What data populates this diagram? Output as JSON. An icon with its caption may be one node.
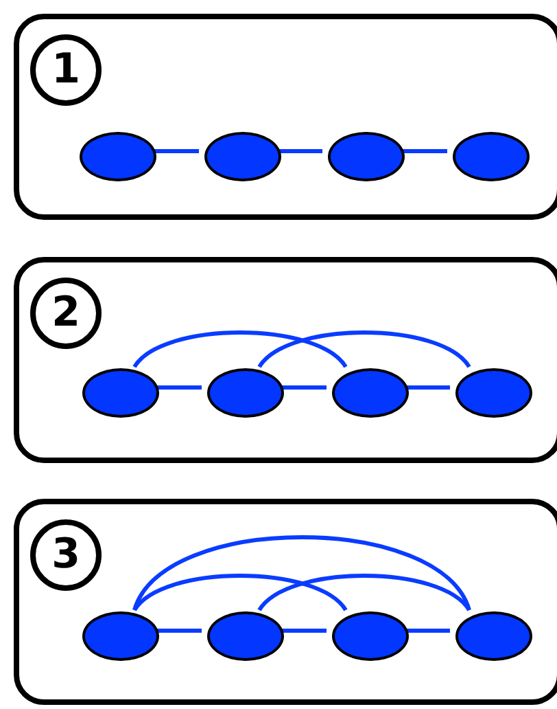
{
  "diagram": {
    "nodes": [
      {
        "text": [],
        "shape": "box"
      },
      {
        "text": [
          "1"
        ],
        "in": 0
      },
      {
        "text": [],
        "shape": "ellipse",
        "in": 0
      },
      {
        "text": [],
        "shape": "ellipse",
        "in": 0
      },
      {
        "text": [],
        "shape": "ellipse",
        "in": 0
      },
      {
        "text": [],
        "shape": "ellipse",
        "in": 0
      },
      {
        "text": [],
        "shape": "box"
      },
      {
        "text": [
          "2"
        ],
        "in": 6
      },
      {
        "text": [],
        "shape": "ellipse",
        "in": 6
      },
      {
        "text": [],
        "shape": "ellipse",
        "in": 6
      },
      {
        "text": [],
        "shape": "ellipse",
        "in": 6
      },
      {
        "text": [],
        "shape": "ellipse",
        "in": 6
      },
      {
        "text": [],
        "shape": "box"
      },
      {
        "text": [
          "3"
        ],
        "in": 12
      },
      {
        "text": [],
        "shape": "ellipse",
        "in": 12
      },
      {
        "text": [],
        "shape": "ellipse",
        "in": 12
      },
      {
        "text": [],
        "shape": "ellipse",
        "in": 12
      },
      {
        "text": [],
        "shape": "ellipse",
        "in": 12
      }
    ],
    "edges": [
      {
        "from": 2,
        "to": 3,
        "arrow": "none"
      },
      {
        "from": 3,
        "to": 4,
        "arrow": "none"
      },
      {
        "from": 4,
        "to": 5,
        "arrow": "none"
      },
      {
        "from": 8,
        "to": 9,
        "arrow": "none"
      },
      {
        "from": 9,
        "to": 10,
        "arrow": "none"
      },
      {
        "from": 10,
        "to": 11,
        "arrow": "none"
      },
      {
        "from": 8,
        "to": 10,
        "arrow": "none"
      },
      {
        "from": 9,
        "to": 11,
        "arrow": "none"
      },
      {
        "from": 14,
        "to": 15,
        "arrow": "none"
      },
      {
        "from": 15,
        "to": 16,
        "arrow": "none"
      },
      {
        "from": 16,
        "to": 17,
        "arrow": "none"
      },
      {
        "from": 14,
        "to": 16,
        "arrow": "none"
      },
      {
        "from": 15,
        "to": 17,
        "arrow": "none"
      },
      {
        "from": 14,
        "to": 17,
        "arrow": "none"
      }
    ]
  }
}
